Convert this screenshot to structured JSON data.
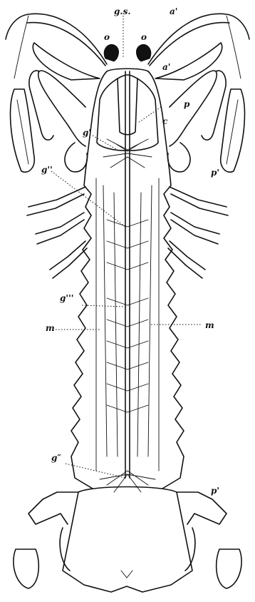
{
  "labels": {
    "gs": "g.s.",
    "o_left": "o",
    "o_right": "o",
    "a1_top": "a'",
    "a1_mid": "a'",
    "p": "p",
    "c": "c",
    "g_prime_upper": "g'",
    "g_double": "g''",
    "p_prime_mid": "p'",
    "g_triple": "g'''",
    "m_left": "m",
    "m_right": "m",
    "g_iv": "g″",
    "p_prime_low": "p'"
  },
  "colors": {
    "ink": "#111111",
    "paper": "#ffffff"
  }
}
